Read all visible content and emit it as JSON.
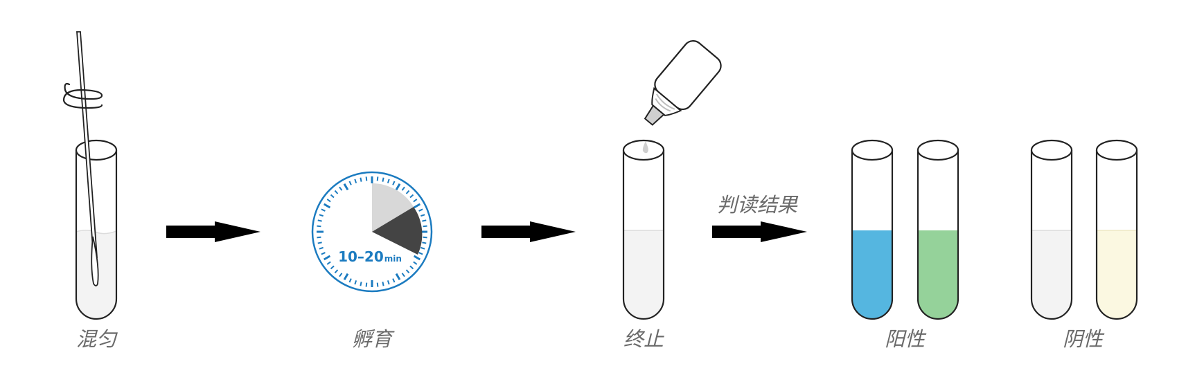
{
  "steps": [
    {
      "label": "混匀"
    },
    {
      "label": "孵育",
      "timer_text": "10–20",
      "timer_unit": "min"
    },
    {
      "label": "终止"
    }
  ],
  "transition_label": "判读结果",
  "results": {
    "positive": {
      "label": "阳性",
      "tube_colors": [
        "#55b6e0",
        "#95d29a"
      ]
    },
    "negative": {
      "label": "阴性",
      "tube_colors": [
        "#f3f3f3",
        "#fbf8e1"
      ]
    }
  },
  "colors": {
    "outline": "#222222",
    "arrow": "#000000",
    "timer_blue": "#1b7bc0",
    "label_gray": "#6a6a6a",
    "sector_dark": "#444444",
    "sector_light": "#d8d8d8",
    "liquid_clear": "#f3f3f3"
  },
  "icons": [
    "swab-icon",
    "rotation-icon",
    "timer-icon",
    "dropper-bottle-icon",
    "arrow-icon"
  ]
}
